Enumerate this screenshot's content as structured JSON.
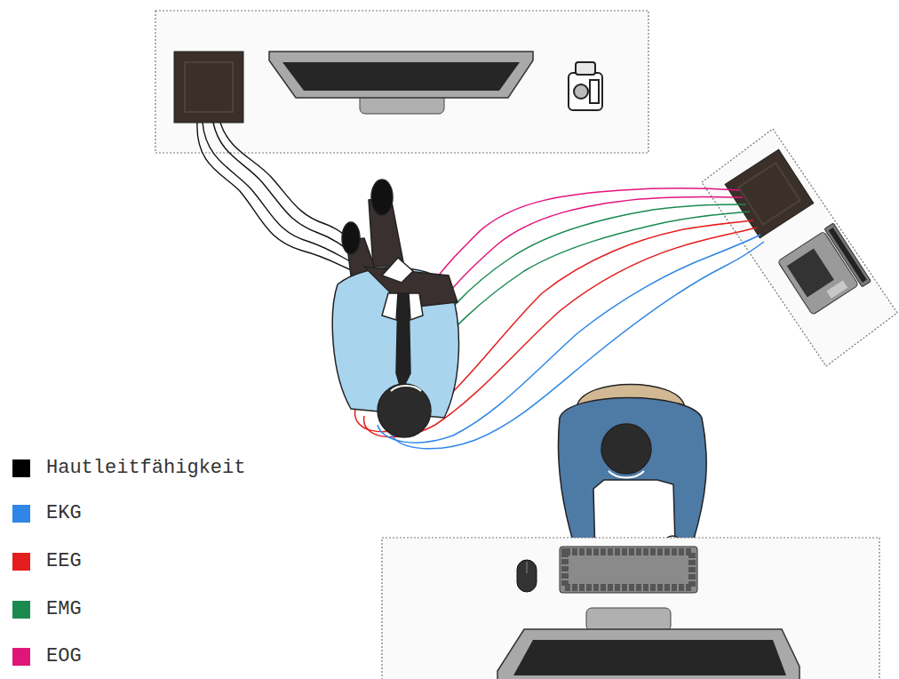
{
  "diagram": {
    "legend": [
      {
        "text": "Hautleitfähigkeit",
        "color": "#000000"
      },
      {
        "text": "EKG",
        "color": "#2f86e6"
      },
      {
        "text": "EEG",
        "color": "#e41e1e"
      },
      {
        "text": "EMG",
        "color": "#1a8a50"
      },
      {
        "text": "EOG",
        "color": "#e0157a"
      }
    ]
  }
}
